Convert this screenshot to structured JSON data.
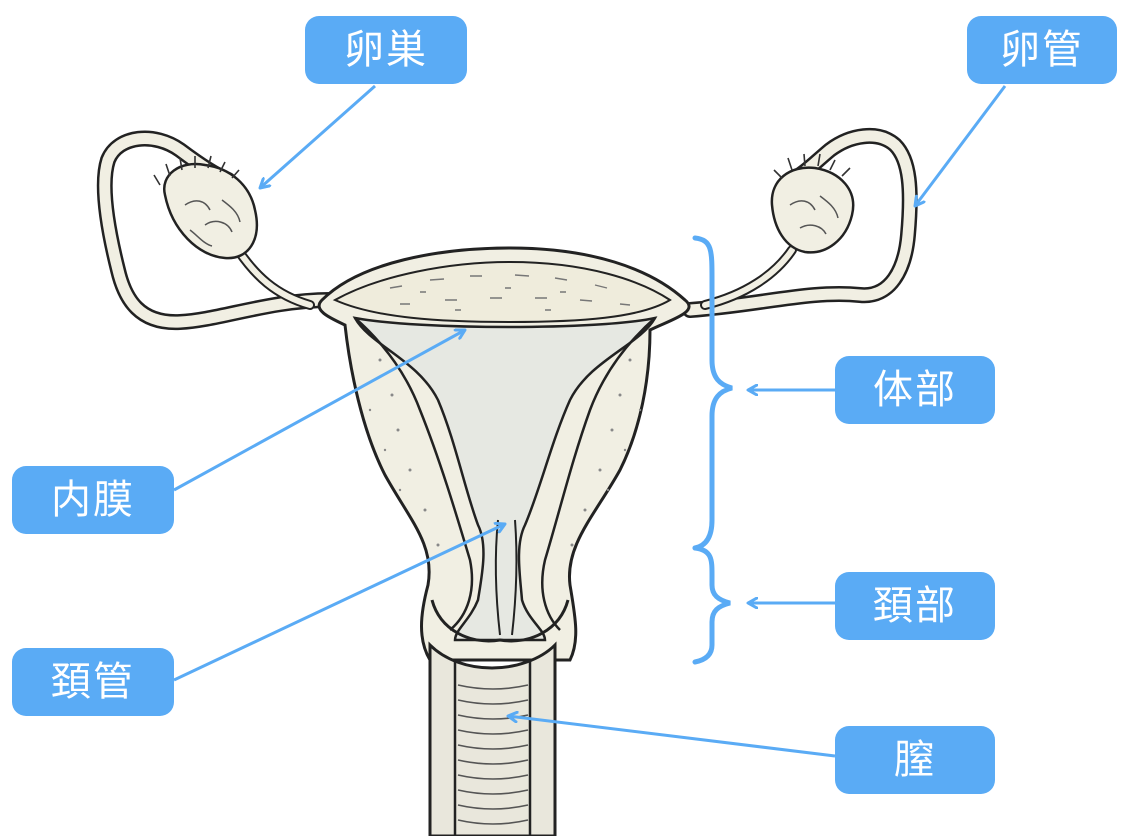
{
  "labels": {
    "ovary": "卵巣",
    "fallopian_tube": "卵管",
    "endometrium": "内膜",
    "body": "体部",
    "cervix": "頚部",
    "cervical_canal": "頚管",
    "vagina": "膣"
  },
  "colors": {
    "accent": "#5aabf5",
    "label_text": "#ffffff",
    "outline": "#222222",
    "tissue_fill": "#f1efe3",
    "cavity_fill": "#e6e8e2"
  }
}
